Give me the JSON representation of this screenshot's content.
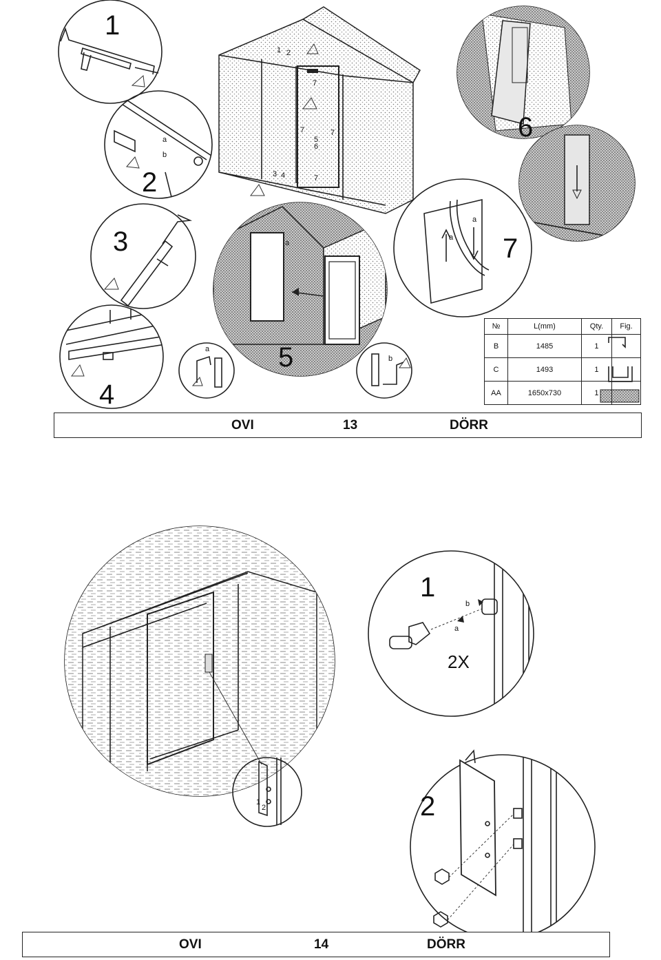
{
  "page13": {
    "footer": {
      "left": "OVI",
      "number": "13",
      "right": "DÖRR"
    },
    "steps": [
      "1",
      "2",
      "3",
      "4",
      "5",
      "6",
      "7"
    ],
    "callouts": {
      "a": "a",
      "b": "b",
      "B": "B",
      "C": "C",
      "AA": "AA",
      "house_labels": [
        "1",
        "2",
        "7",
        "7",
        "5",
        "6",
        "7",
        "3",
        "4",
        "7"
      ]
    },
    "table": {
      "headers": [
        "№",
        "L(mm)",
        "Qty.",
        "Fig."
      ],
      "rows": [
        {
          "no": "B",
          "length": "1485",
          "qty": "1"
        },
        {
          "no": "C",
          "length": "1493",
          "qty": "1"
        },
        {
          "no": "AA",
          "length": "1650x730",
          "qty": "1"
        }
      ]
    }
  },
  "page14": {
    "footer": {
      "left": "OVI",
      "number": "14",
      "right": "DÖRR"
    },
    "steps": [
      "1",
      "2"
    ],
    "multiplier": "2X",
    "labels": {
      "a": "a",
      "b": "b",
      "one": "1",
      "two": "2"
    }
  }
}
